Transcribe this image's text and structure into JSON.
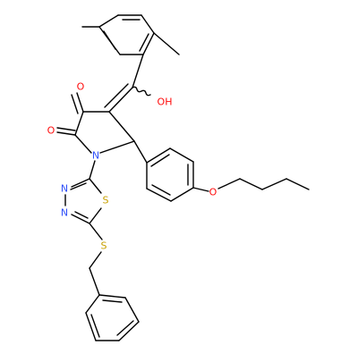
{
  "atom_labels": {
    "o_ketone": "O",
    "o_lactam": "O",
    "o_hydroxyl": "OH",
    "n_pyrrolidine": "N",
    "n_thiadiazole_1": "N",
    "n_thiadiazole_2": "N",
    "s_ring": "S",
    "s_thioether": "S",
    "o_ether": "O"
  },
  "colors": {
    "bond": "#000000",
    "oxygen": "#ff0d0d",
    "nitrogen": "#3050f8",
    "sulfur": "#c8a000"
  }
}
